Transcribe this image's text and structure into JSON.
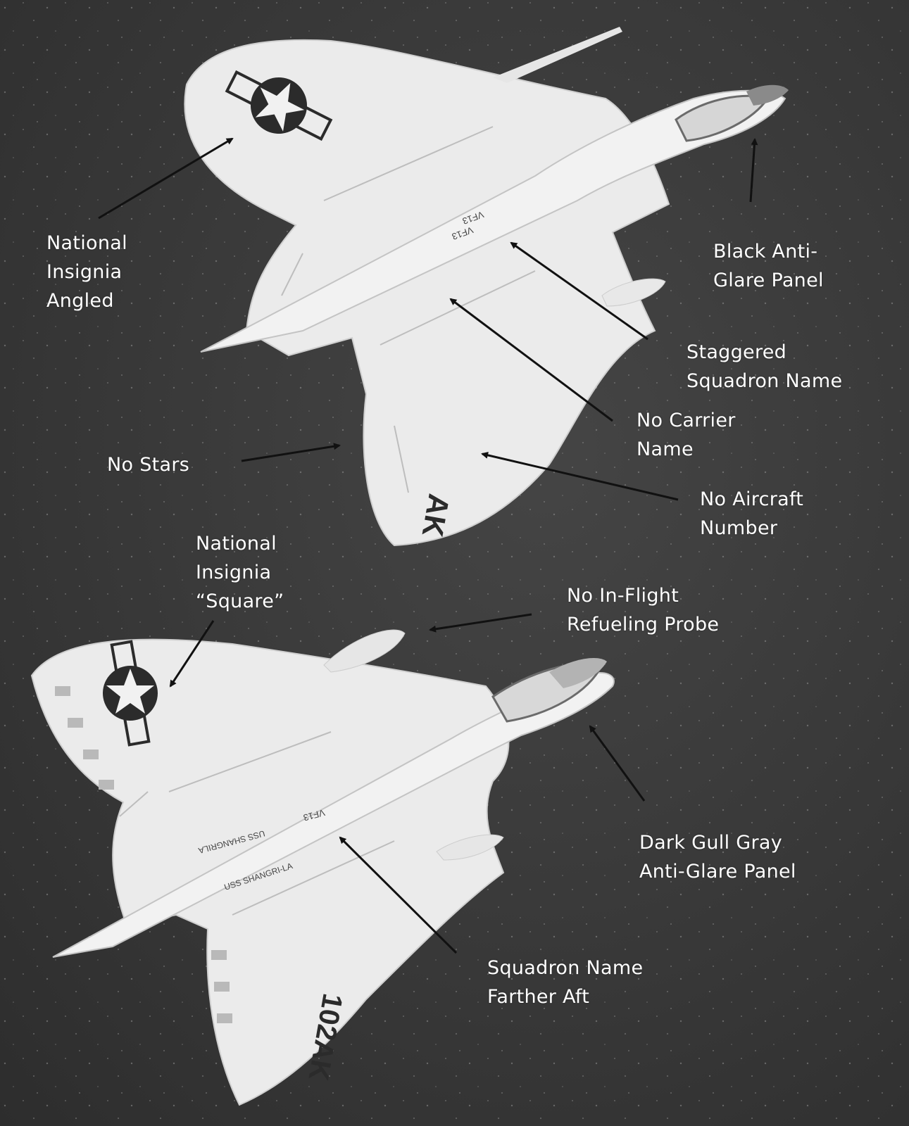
{
  "photo": {
    "subject": "Two Douglas F4D Skyray jets from above",
    "colors": {
      "background": "#3a3a3a",
      "aircraft": "#ececec",
      "insignia": "#2b2b2b",
      "arrow": "#111111",
      "label": "#ffffff"
    }
  },
  "aircraft_top": {
    "tail_code": "AK",
    "squadron_lines": [
      "VF13",
      "VF13"
    ]
  },
  "aircraft_bottom": {
    "tail_code": "102AK",
    "squadron": "VF13",
    "carrier_lines": [
      "USS SHANGRILA",
      "USS SHANGRI-LA"
    ]
  },
  "callouts": [
    {
      "id": "national-insignia-angled",
      "lines": [
        "National",
        "Insignia",
        "Angled"
      ]
    },
    {
      "id": "black-anti-glare-panel",
      "lines": [
        "Black Anti-",
        "Glare Panel"
      ]
    },
    {
      "id": "staggered-squadron-name",
      "lines": [
        "Staggered",
        "Squadron Name"
      ]
    },
    {
      "id": "no-carrier-name",
      "lines": [
        "No Carrier",
        "Name"
      ]
    },
    {
      "id": "no-stars",
      "lines": [
        "No Stars"
      ]
    },
    {
      "id": "no-aircraft-number",
      "lines": [
        "No Aircraft",
        "Number"
      ]
    },
    {
      "id": "national-insignia-square",
      "lines": [
        "National",
        "Insignia",
        "“Square”"
      ]
    },
    {
      "id": "no-in-flight-refueling-probe",
      "lines": [
        "No In-Flight",
        "Refueling Probe"
      ]
    },
    {
      "id": "dark-gull-gray-anti-glare-panel",
      "lines": [
        "Dark Gull Gray",
        "Anti-Glare Panel"
      ]
    },
    {
      "id": "squadron-name-farther-aft",
      "lines": [
        "Squadron Name",
        "Farther Aft"
      ]
    }
  ]
}
